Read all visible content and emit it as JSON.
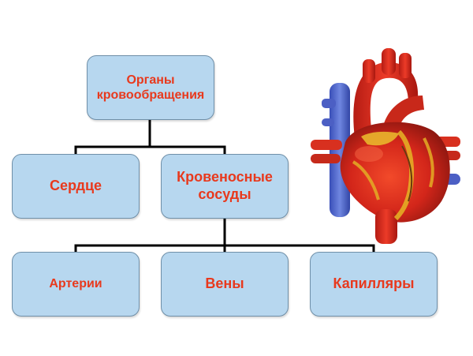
{
  "diagram": {
    "root": {
      "label": "Органы\nкровообращения"
    },
    "level1": [
      {
        "label": "Сердце"
      },
      {
        "label": "Кровеносные\nсосуды"
      }
    ],
    "level2": [
      {
        "label": "Артерии"
      },
      {
        "label": "Вены"
      },
      {
        "label": "Капилляры"
      }
    ]
  },
  "colors": {
    "box_fill": "#b7d7ef",
    "box_border": "#6f8fa8",
    "label_text": "#e8391d",
    "connector": "#000000"
  },
  "illustration": {
    "icon": "heart-anatomy-icon"
  }
}
